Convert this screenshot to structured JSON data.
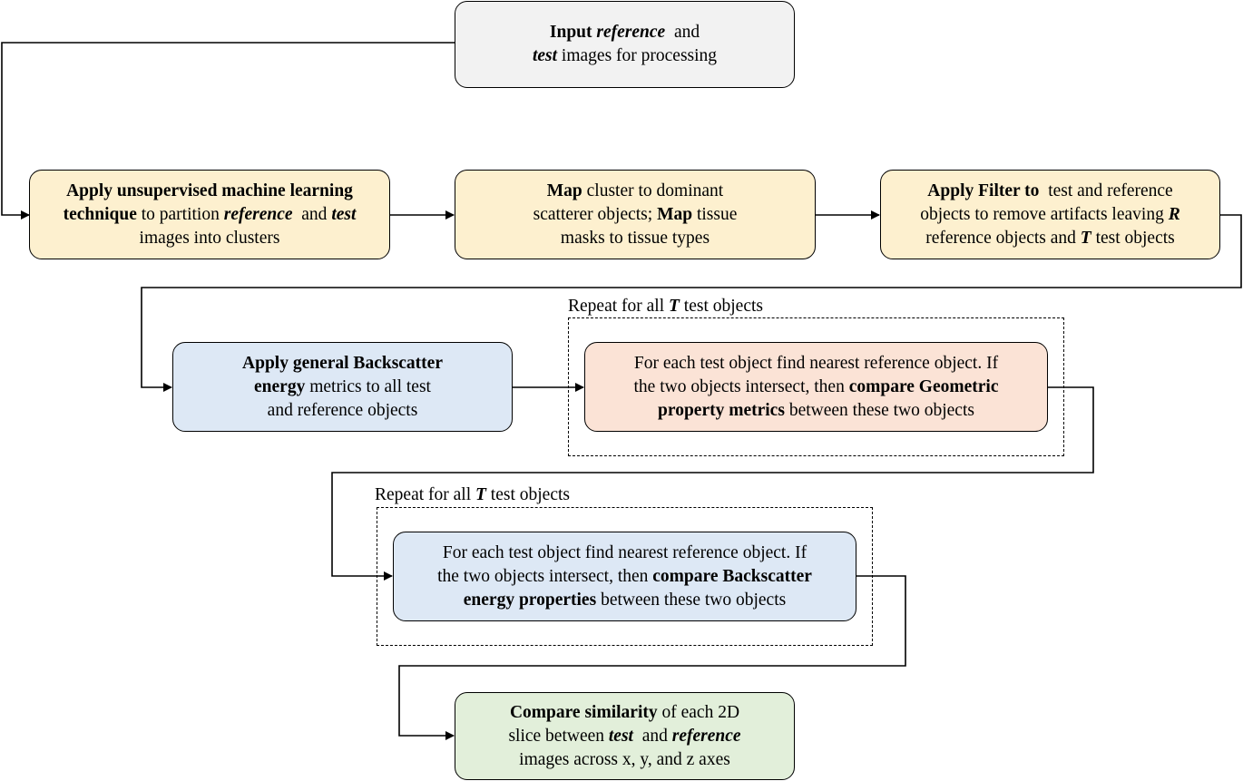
{
  "colors": {
    "input": "#f2f2f2",
    "clustering": "#fdf0cf",
    "backscatter": "#dde8f5",
    "geometric": "#fbe3d6",
    "compare": "#e2efda",
    "line": "#000000"
  },
  "boxes": {
    "input": {
      "lines": [
        [
          {
            "t": "Input ",
            "s": "b"
          },
          {
            "t": "reference",
            "s": "bi"
          },
          {
            "t": "  and"
          }
        ],
        [
          {
            "t": "test",
            "s": "bi"
          },
          {
            "t": " images for processing"
          }
        ]
      ]
    },
    "clustering": {
      "lines": [
        [
          {
            "t": "Apply unsupervised machine learning",
            "s": "b"
          }
        ],
        [
          {
            "t": "technique",
            "s": "b"
          },
          {
            "t": " to partition "
          },
          {
            "t": "reference",
            "s": "bi"
          },
          {
            "t": "  and "
          },
          {
            "t": "test",
            "s": "bi"
          }
        ],
        [
          {
            "t": "images into clusters"
          }
        ]
      ]
    },
    "map": {
      "lines": [
        [
          {
            "t": "Map",
            "s": "b"
          },
          {
            "t": " cluster to dominant"
          }
        ],
        [
          {
            "t": "scatterer objects; "
          },
          {
            "t": "Map",
            "s": "b"
          },
          {
            "t": " tissue"
          }
        ],
        [
          {
            "t": "masks to tissue types"
          }
        ]
      ]
    },
    "filter": {
      "lines": [
        [
          {
            "t": "Apply Filter to",
            "s": "b"
          },
          {
            "t": "  test and reference"
          }
        ],
        [
          {
            "t": "objects to remove artifacts leaving "
          },
          {
            "t": "R",
            "s": "bi"
          }
        ],
        [
          {
            "t": "reference objects and "
          },
          {
            "t": "T",
            "s": "bi"
          },
          {
            "t": " test objects"
          }
        ]
      ]
    },
    "backscatter_general": {
      "lines": [
        [
          {
            "t": "Apply general Backscatter",
            "s": "b"
          }
        ],
        [
          {
            "t": "energy",
            "s": "b"
          },
          {
            "t": " metrics to all test"
          }
        ],
        [
          {
            "t": "and reference objects"
          }
        ]
      ]
    },
    "geometric": {
      "lines": [
        [
          {
            "t": "For each test object find nearest reference object. If"
          }
        ],
        [
          {
            "t": "the two objects intersect, then "
          },
          {
            "t": "compare Geometric",
            "s": "b"
          }
        ],
        [
          {
            "t": "property metrics",
            "s": "b"
          },
          {
            "t": " between these two objects"
          }
        ]
      ]
    },
    "backscatter_compare": {
      "lines": [
        [
          {
            "t": "For each test object find nearest reference object. If"
          }
        ],
        [
          {
            "t": "the two objects intersect, then "
          },
          {
            "t": "compare Backscatter",
            "s": "b"
          }
        ],
        [
          {
            "t": "energy properties",
            "s": "b"
          },
          {
            "t": " between these two objects"
          }
        ]
      ]
    },
    "similarity": {
      "lines": [
        [
          {
            "t": "Compare similarity",
            "s": "b"
          },
          {
            "t": " of each 2D"
          }
        ],
        [
          {
            "t": "slice between "
          },
          {
            "t": "test",
            "s": "bi"
          },
          {
            "t": "  and "
          },
          {
            "t": "reference",
            "s": "bi"
          }
        ],
        [
          {
            "t": "images across x, y, and z axes"
          }
        ]
      ]
    }
  },
  "loops": {
    "geometric": [
      {
        "t": "Repeat for all "
      },
      {
        "t": "T",
        "s": "bi"
      },
      {
        "t": " test objects"
      }
    ],
    "backscatter": [
      {
        "t": "Repeat for all "
      },
      {
        "t": "T",
        "s": "bi"
      },
      {
        "t": " test objects"
      }
    ]
  }
}
